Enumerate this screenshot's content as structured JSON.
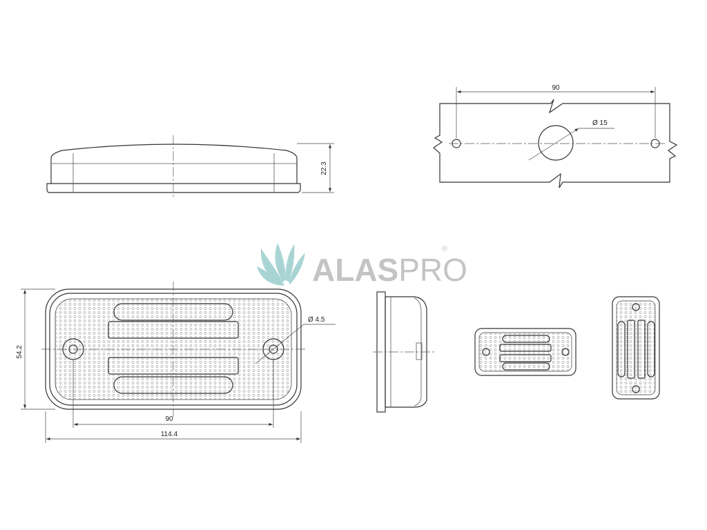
{
  "logo": {
    "text_bold": "ALAS",
    "text_light": "PRO",
    "mark": "®"
  },
  "dimensions": {
    "height": "22.3",
    "hole_spacing_top": "90",
    "center_hole": "Ø 15",
    "mount_hole": "Ø 4.5",
    "body_height": "54.2",
    "hole_spacing_front": "90",
    "overall_length": "114.4"
  },
  "colors": {
    "line": "#333333",
    "logo": "#c4c4c4",
    "logo_mark": "#a9d4d4"
  }
}
